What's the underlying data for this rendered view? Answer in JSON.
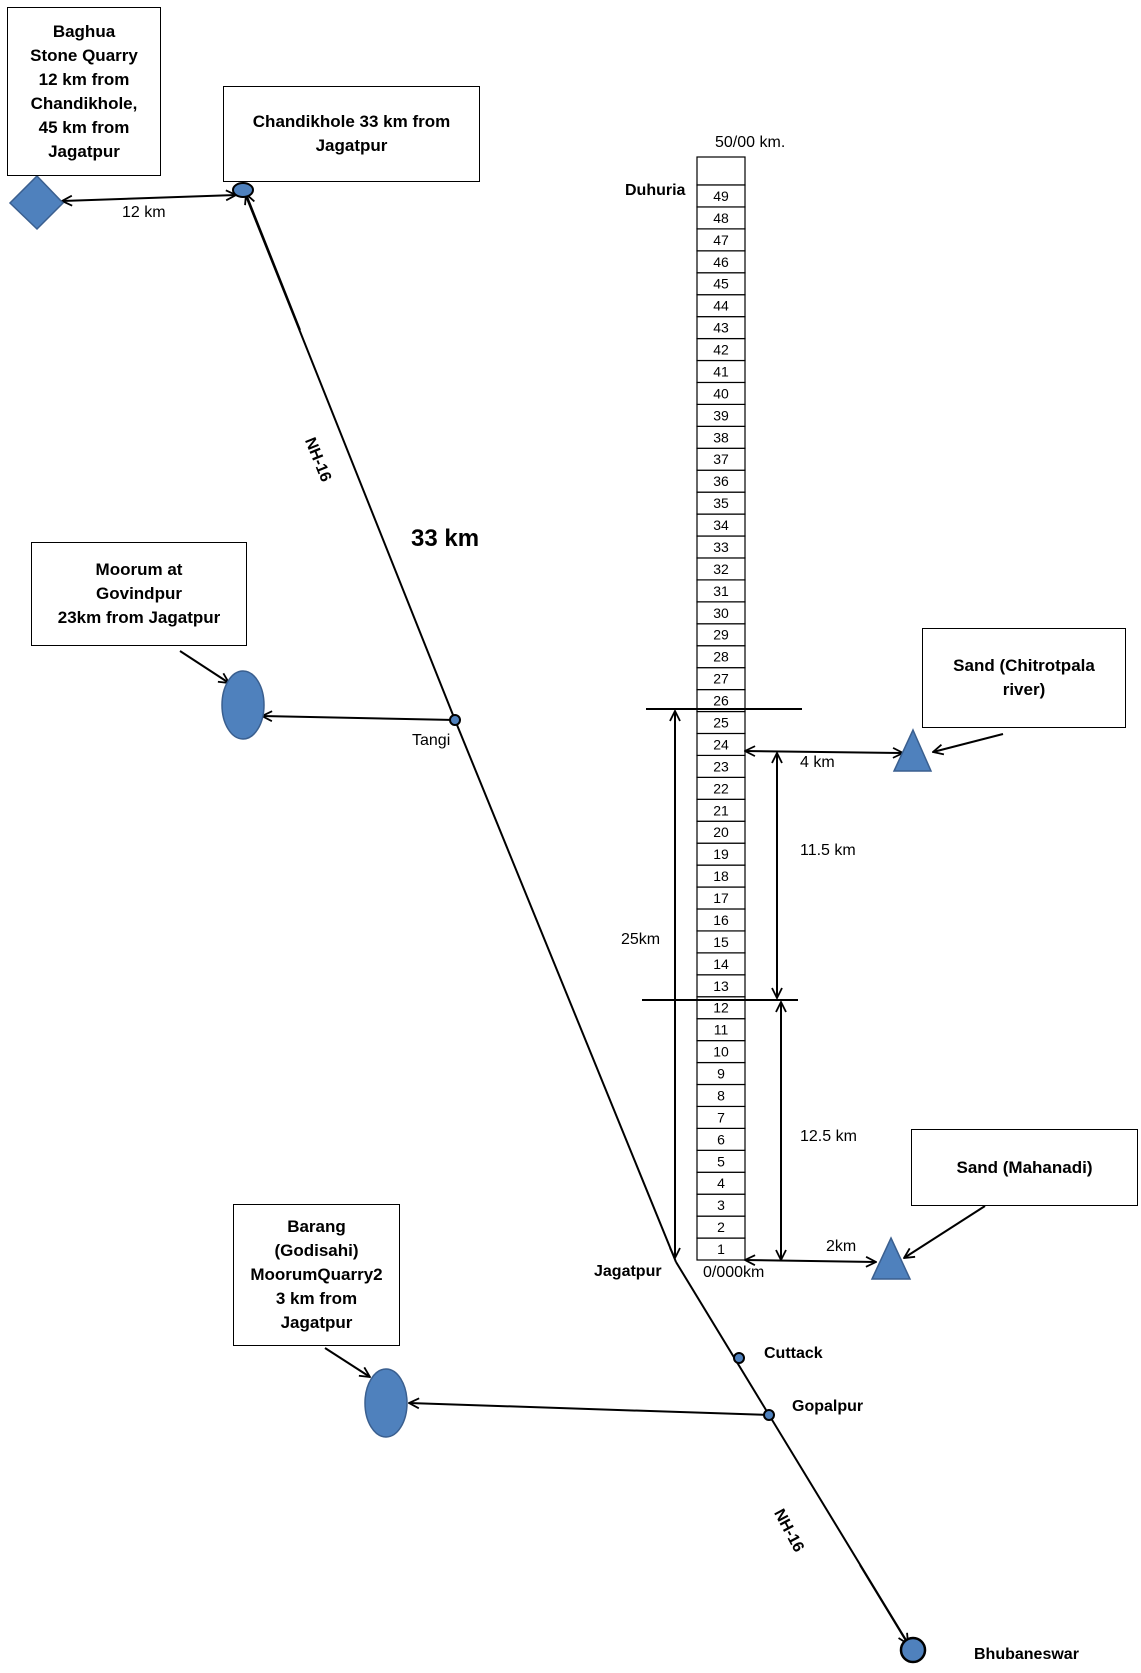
{
  "boxes": {
    "baghua": "Baghua\nStone Quarry\n12 km from\nChandikhole,\n45 km from\nJagatpur",
    "chandikhole": "Chandikhole 33 km from\nJagatpur",
    "moorum_govindpur": "Moorum  at\nGovindpur\n23km from Jagatpur",
    "sand_chitrotpala": "Sand  (Chitrotpala\nriver)",
    "sand_mahanadi": "Sand  (Mahanadi)",
    "barang": "Barang\n(Godisahi)\nMoorumQuarry2\n3 km from\nJagatpur"
  },
  "labels": {
    "baghua_distance": "12 km",
    "highway_top": "NH-16",
    "highway_bottom": "NH-16",
    "highway_distance": "33 km",
    "tangi": "Tangi",
    "duhuria": "Duhuria",
    "chainage_top": "50/00 km.",
    "chainage_bottom": "0/000km",
    "jagatpur": "Jagatpur",
    "cuttack": "Cuttack",
    "gopalpur": "Gopalpur",
    "bhubaneswar": "Bhubaneswar",
    "dist_25km": "25km",
    "dist_4km": "4 km",
    "dist_11_5km": "11.5 km",
    "dist_12_5km": "12.5 km",
    "dist_2km": "2km"
  },
  "chainage_ruler": {
    "marks": [
      1,
      2,
      3,
      4,
      5,
      6,
      7,
      8,
      9,
      10,
      11,
      12,
      13,
      14,
      15,
      16,
      17,
      18,
      19,
      20,
      21,
      22,
      23,
      24,
      25,
      26,
      27,
      28,
      29,
      30,
      31,
      32,
      33,
      34,
      35,
      36,
      37,
      38,
      39,
      40,
      41,
      42,
      43,
      44,
      45,
      46,
      47,
      48,
      49
    ]
  },
  "colors": {
    "symbol_fill": "#4f81bd",
    "symbol_stroke": "#3a5f8f",
    "line": "#000000"
  },
  "legend_symbols": {
    "stone_quarry": "diamond",
    "moorum_quarry": "ellipse",
    "sand_source": "triangle",
    "town": "circle"
  }
}
